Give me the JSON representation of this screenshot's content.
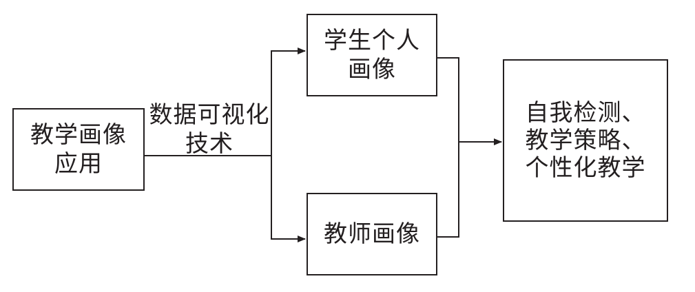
{
  "nodes": {
    "application": {
      "lines": [
        "教学画像",
        "应用"
      ]
    },
    "student_portrait": {
      "lines": [
        "学生个人",
        "画像"
      ]
    },
    "teacher_portrait": {
      "lines": [
        "教师画像"
      ]
    },
    "outcomes": {
      "lines": [
        "自我检测、",
        "教学策略、",
        "个性化教学"
      ]
    }
  },
  "edge_label": {
    "lines": [
      "数据可视化",
      "技术"
    ]
  }
}
